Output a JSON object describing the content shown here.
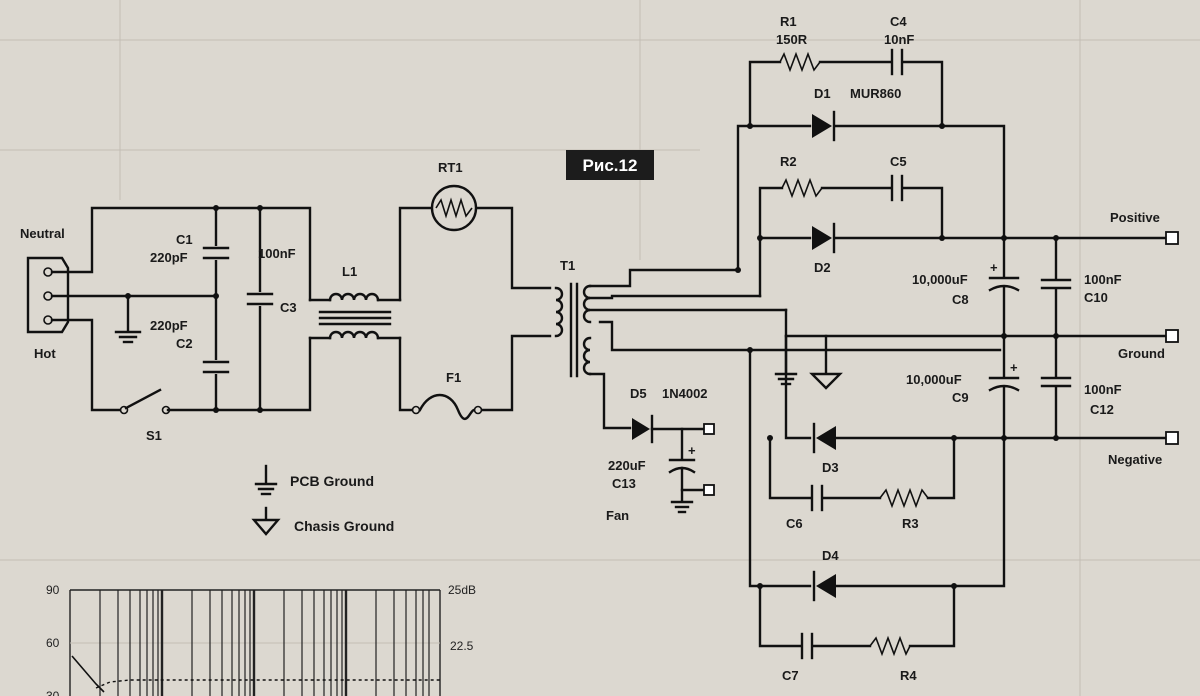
{
  "figure_label": "Рис.12",
  "connectors": {
    "neutral": "Neutral",
    "hot": "Hot"
  },
  "components": {
    "c1_name": "C1",
    "c1_value": "220pF",
    "c2_name": "C2",
    "c2_value": "220pF",
    "c3_name": "C3",
    "c3_value": "100nF",
    "l1_name": "L1",
    "rt1_name": "RT1",
    "f1_name": "F1",
    "s1_name": "S1",
    "t1_name": "T1",
    "r1_name": "R1",
    "r1_value": "150R",
    "c4_name": "C4",
    "c4_value": "10nF",
    "d1_name": "D1",
    "d1_value": "MUR860",
    "r2_name": "R2",
    "c5_name": "C5",
    "d2_name": "D2",
    "c8_name": "C8",
    "c8_value": "10,000uF",
    "c9_name": "C9",
    "c9_value": "10,000uF",
    "c10_name": "C10",
    "c10_value": "100nF",
    "c12_name": "C12",
    "c12_value": "100nF",
    "d3_name": "D3",
    "c6_name": "C6",
    "r3_name": "R3",
    "d4_name": "D4",
    "c7_name": "C7",
    "r4_name": "R4",
    "d5_name": "D5",
    "d5_value": "1N4002",
    "c13_name": "C13",
    "c13_value": "220uF",
    "fan_label": "Fan"
  },
  "outputs": {
    "positive": "Positive",
    "ground": "Ground",
    "negative": "Negative"
  },
  "legend": {
    "pcb_ground": "PCB Ground",
    "chassis_ground": "Chasis Ground"
  },
  "graph": {
    "left_ticks": [
      "90",
      "60",
      "30"
    ],
    "right_ticks": [
      "25dB",
      "22.5"
    ]
  }
}
